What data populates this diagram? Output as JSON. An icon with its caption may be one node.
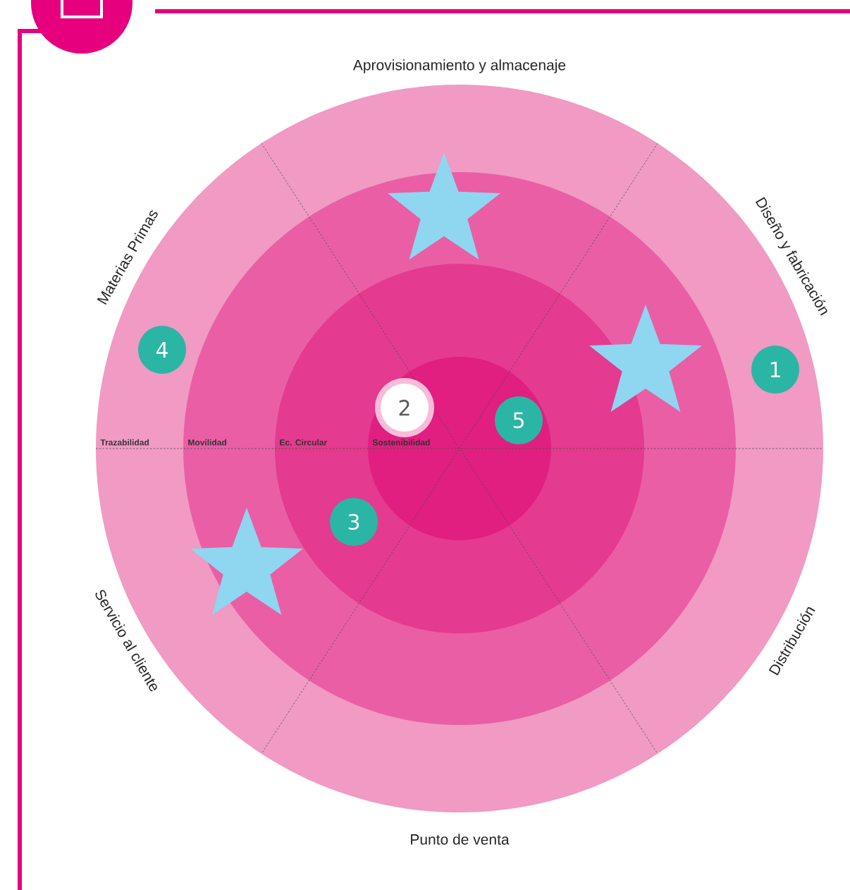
{
  "diagram": {
    "nodes": [
      {
        "text": [
          "Trazabilidad"
        ]
      },
      {
        "text": [
          "Movilidad"
        ],
        "in": 0
      },
      {
        "text": [
          "Ec. Circular"
        ],
        "in": 1
      },
      {
        "text": [
          "Sostenibilidad"
        ],
        "in": 2
      },
      {
        "text": [
          "4"
        ],
        "in": 0
      },
      {
        "text": [
          "2"
        ],
        "in": 3
      },
      {
        "text": [
          "5"
        ],
        "in": 3
      },
      {
        "text": [
          "1"
        ],
        "in": 0
      },
      {
        "text": [
          "3"
        ],
        "in": 2
      }
    ],
    "edges": [],
    "labels": [
      "Aprovisionamiento y almacenaje",
      "Materias Primas",
      "Diseño y fabricación",
      "Servicio al cliente",
      "Distribución",
      "Punto de venta"
    ]
  }
}
